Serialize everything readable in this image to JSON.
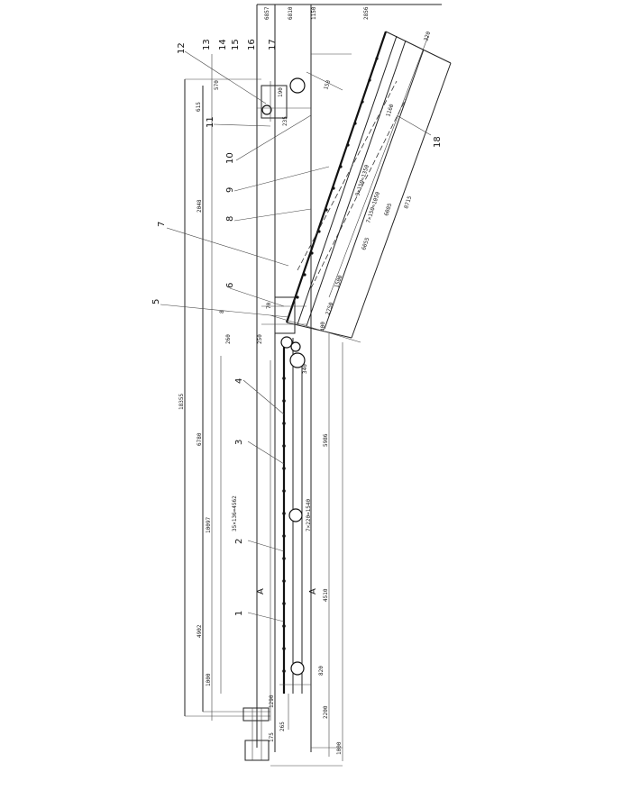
{
  "callouts": [
    "1",
    "2",
    "3",
    "4",
    "5",
    "6",
    "7",
    "8",
    "9",
    "10",
    "11",
    "12",
    "13",
    "14",
    "15",
    "16",
    "17",
    "18"
  ],
  "section_marker": "A",
  "dimensions": {
    "overall_length": "18355",
    "length_a": "6780",
    "length_b": "10097",
    "length_c": "4902",
    "pitch_lower": "35×136=4562",
    "pitch_lower_b": "7×220=1540",
    "length_d": "5986",
    "length_e": "4510",
    "length_f": "2048",
    "top_1": "6857",
    "top_2": "6810",
    "top_3": "2856",
    "incline_pitch_1": "9×150=1350",
    "incline_pitch_2": "7×150=1050",
    "incline_len_1": "6055",
    "incline_len_2": "6085",
    "incline_len_3": "8715",
    "d_1000": "1000",
    "d_820": "820",
    "d_1290": "1290",
    "d_2200": "2200",
    "d_265": "265",
    "d_260": "260",
    "d_250": "250",
    "d_1000b": "1000",
    "d_1150": "1150",
    "d_190": "190",
    "d_158": "158",
    "d_175": "175",
    "d_340": "340",
    "d_400": "400",
    "d_1500": "1500",
    "d_2750": "2750",
    "d_320": "320",
    "d_235": "235",
    "d_570": "570",
    "d_70": "70",
    "d_8": "8",
    "d_1160": "1160",
    "d_615": "615"
  }
}
